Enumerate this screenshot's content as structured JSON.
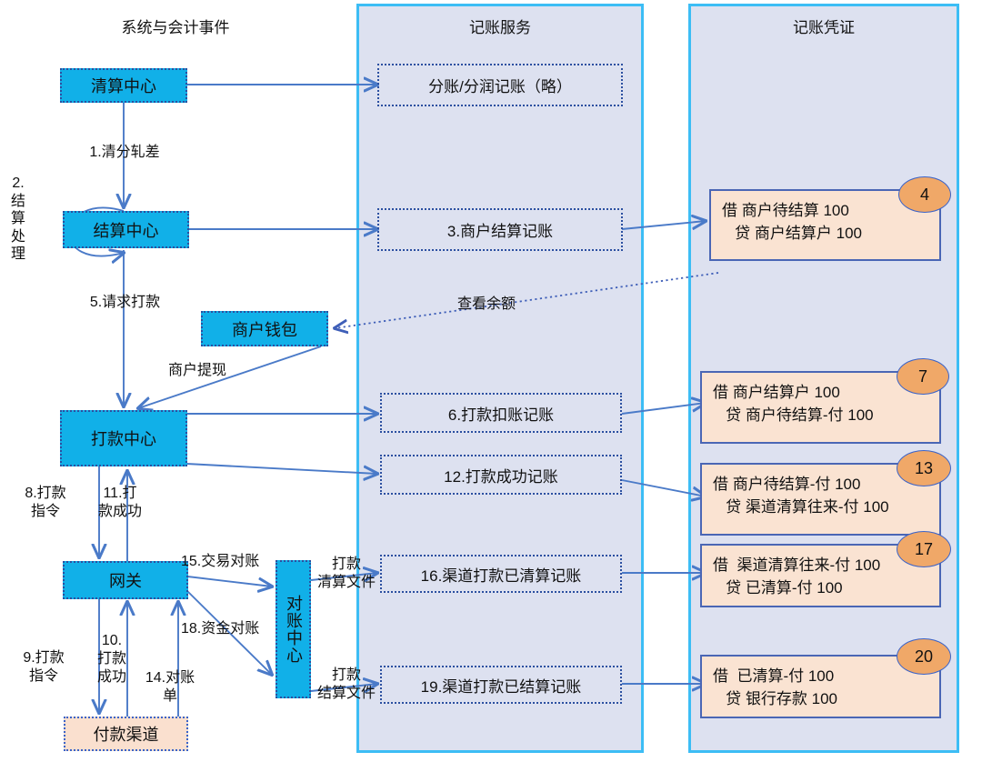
{
  "columns": [
    {
      "id": "systems",
      "title": "系统与会计事件"
    },
    {
      "id": "accounting_service",
      "title": "记账服务"
    },
    {
      "id": "vouchers",
      "title": "记账凭证"
    }
  ],
  "colors": {
    "node_blue": "#11b0e8",
    "node_peach": "#fae0cf",
    "panel_fill": "#dde1f0",
    "panel_border": "#3cbdf5",
    "voucher_fill": "#fae3d2",
    "voucher_border": "#4a66b5",
    "badge_fill": "#f0a868",
    "arrow": "#4a7ac8"
  },
  "nodes": {
    "clearing_center": "清算中心",
    "settlement_center": "结算中心",
    "merchant_wallet": "商户钱包",
    "payout_center": "打款中心",
    "gateway": "网关",
    "reconciliation_center": "对账中心",
    "payment_channel": "付款渠道"
  },
  "service_boxes": [
    {
      "id": "split",
      "label": "分账/分润记账（略）"
    },
    {
      "id": "merchant_settle",
      "label": "3.商户结算记账"
    },
    {
      "id": "payout_debit",
      "label": "6.打款扣账记账"
    },
    {
      "id": "payout_success",
      "label": "12.打款成功记账"
    },
    {
      "id": "channel_cleared",
      "label": "16.渠道打款已清算记账"
    },
    {
      "id": "channel_settled",
      "label": "19.渠道打款已结算记账"
    }
  ],
  "vouchers": [
    {
      "id": "v4",
      "badge": "4",
      "debit": "借 商户待结算 100",
      "credit": "   贷 商户结算户 100"
    },
    {
      "id": "v7",
      "badge": "7",
      "debit": "借 商户结算户 100",
      "credit": "   贷 商户待结算-付 100"
    },
    {
      "id": "v13",
      "badge": "13",
      "debit": "借 商户待结算-付 100",
      "credit": "   贷 渠道清算往来-付 100"
    },
    {
      "id": "v17",
      "badge": "17",
      "debit": "借  渠道清算往来-付 100",
      "credit": "   贷 已清算-付 100"
    },
    {
      "id": "v20",
      "badge": "20",
      "debit": "借  已清算-付 100",
      "credit": "   贷 银行存款 100"
    }
  ],
  "edge_labels": {
    "e1": "1.清分轧差",
    "e2": "2.\n结\n算\n处\n理",
    "e5": "5.请求打款",
    "e_withdraw": "商户提现",
    "e_check_balance": "查看余额",
    "e8": "8.打款\n指令",
    "e11": "11.打\n款成功",
    "e9": "9.打款\n指令",
    "e10": "10.\n打款\n成功",
    "e14": "14.对账\n单",
    "e15": "15.交易对账",
    "e18": "18.资金对账",
    "e_clear_file": "打款\n清算文件",
    "e_settle_file": "打款\n结算文件"
  }
}
